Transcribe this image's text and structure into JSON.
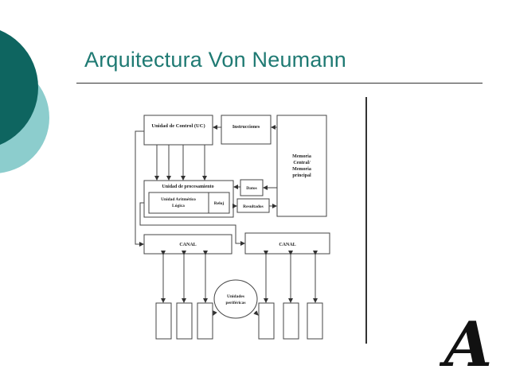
{
  "slide": {
    "title": "Arquitectura Von Neumann"
  },
  "diagram": {
    "control_unit": "Unidad de Control (UC)",
    "instructions": "Instrucciones",
    "memory_line1": "Memoria",
    "memory_line2": "Central/",
    "memory_line3": "Memoria",
    "memory_line4": "principal",
    "processing_unit": "Unidad de procesamiento",
    "alu_line1": "Unidad Aritmético",
    "alu_line2": "Lógica",
    "clock": "Reloj",
    "data": "Datos",
    "results": "Resultados",
    "channel_left": "CANAL",
    "channel_right": "CANAL",
    "peripherals_line1": "Unidades",
    "peripherals_line2": "periféricas"
  },
  "logo": {
    "letter": "A"
  },
  "colors": {
    "accent_teal_dark": "#0e6560",
    "accent_teal_light": "#8ccdcd",
    "title": "#1f7a73"
  }
}
